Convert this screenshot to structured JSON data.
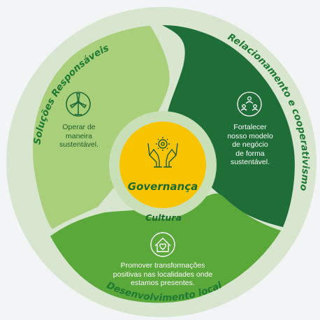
{
  "center": {
    "title": "Governança",
    "ring_label": "Cultura"
  },
  "segments": {
    "solucoes": {
      "title": "Soluções Responsáveis",
      "lines": [
        "Operar de",
        "maneira",
        "sustentável."
      ],
      "icon": "wind-turbine-icon",
      "color": "#a9cf7a"
    },
    "relacionamento": {
      "title": "Relacionamento e cooperativismo",
      "lines": [
        "Fortalecer",
        "nosso modelo",
        "de negócio",
        "de forma",
        "sustentável."
      ],
      "icon": "people-network-icon",
      "color": "#1f6e38"
    },
    "desenvolvimento": {
      "title": "Desenvolvimento local",
      "lines": [
        "Promover transformações",
        "positivas nas localidades onde",
        "estamos presentes."
      ],
      "icon": "house-heart-icon",
      "color": "#5aa83a"
    }
  },
  "colors": {
    "outer_ring": "#d8e6cf",
    "inner_ring": "#c9dfb8",
    "center": "#f8c400",
    "title_text": "#1f7a33",
    "gov_text": "#1b6b2e",
    "white": "#ffffff"
  }
}
